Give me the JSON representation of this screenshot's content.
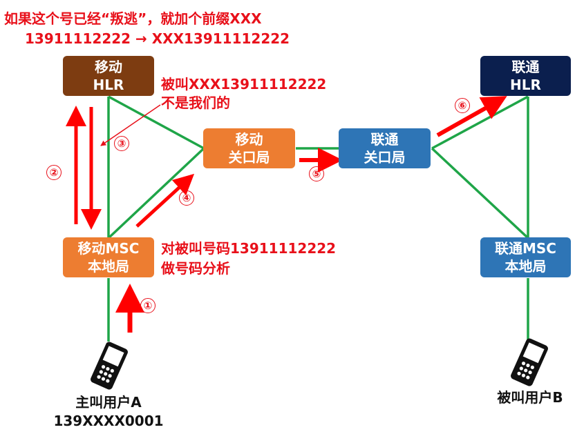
{
  "colors": {
    "link_green": "#1fa548",
    "arrow_red": "#ff0000",
    "text_red": "#e8101a",
    "mobile_hlr": "#7d3c11",
    "mobile_orange": "#ed7d31",
    "unicom_blue": "#2e75b6",
    "unicom_hlr": "#0b1f4e"
  },
  "note_top": {
    "line1": "如果这个号已经“叛逃”，就加个前缀XXX",
    "line2": "13911112222 → XXX13911112222"
  },
  "note_called": {
    "line1": "被叫XXX13911112222",
    "line2": "不是我们的"
  },
  "note_analysis": {
    "line1": "对被叫号码13911112222",
    "line2": "做号码分析"
  },
  "nodes": {
    "mobile_hlr": {
      "line1": "移动",
      "line2": "HLR"
    },
    "mobile_gateway": {
      "line1": "移动",
      "line2": "关口局"
    },
    "mobile_msc": {
      "line1": "移动MSC",
      "line2": "本地局"
    },
    "unicom_gateway": {
      "line1": "联通",
      "line2": "关口局"
    },
    "unicom_hlr": {
      "line1": "联通",
      "line2": "HLR"
    },
    "unicom_msc": {
      "line1": "联通MSC",
      "line2": "本地局"
    }
  },
  "steps": [
    "①",
    "②",
    "③",
    "④",
    "⑤",
    "⑥"
  ],
  "users": {
    "caller_name": "主叫用户A",
    "caller_number": "139XXXX0001",
    "callee_name": "被叫用户B"
  },
  "icons": [
    "mobile-phone-icon",
    "mobile-phone-icon"
  ]
}
